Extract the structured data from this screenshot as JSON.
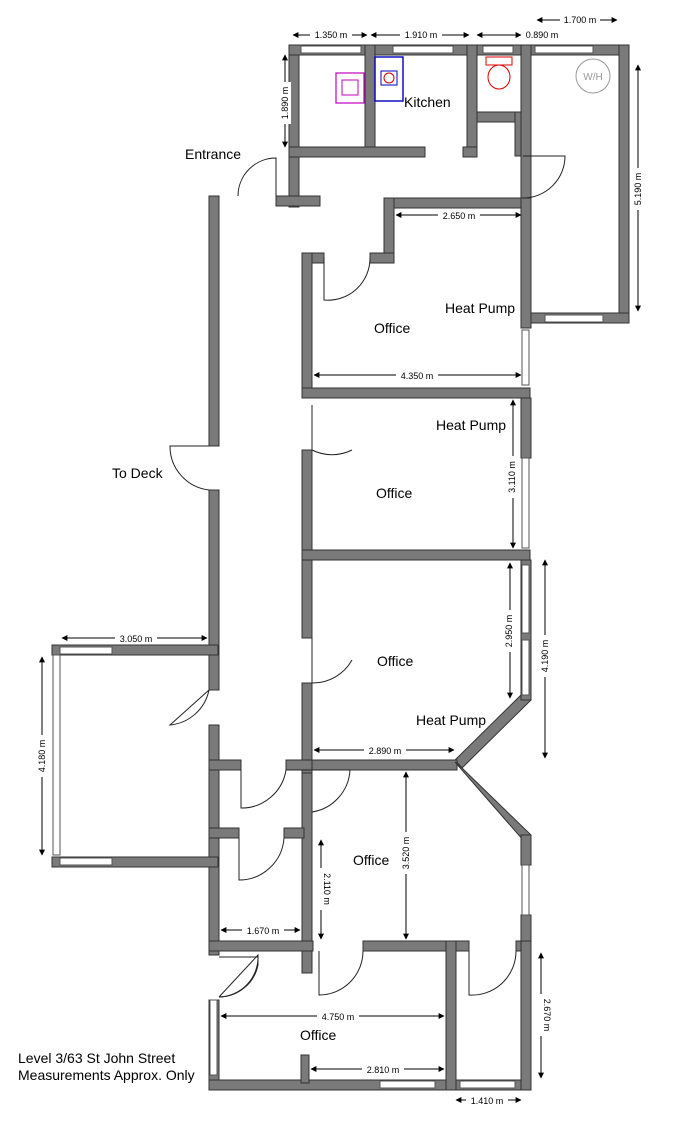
{
  "labels": {
    "entrance": "Entrance",
    "kitchen": "Kitchen",
    "to_deck": "To Deck",
    "heat_pump_1": "Heat Pump",
    "heat_pump_2": "Heat Pump",
    "heat_pump_3": "Heat Pump",
    "office_1": "Office",
    "office_2": "Office",
    "office_3": "Office",
    "office_4": "Office",
    "office_5": "Office",
    "wh": "W/H"
  },
  "dimensions": {
    "top_1350": "1.350 m",
    "top_1910": "1.910 m",
    "top_0890": "0.890 m",
    "top_1700": "1.700 m",
    "kitchen_1890": "1.890 m",
    "right_5190": "5.190 m",
    "d_2650": "2.650 m",
    "d_4350": "4.350 m",
    "d_3110": "3.110 m",
    "d_2950": "2.950 m",
    "d_4190": "4.190 m",
    "d_3050": "3.050 m",
    "d_4180": "4.180 m",
    "d_2890": "2.890 m",
    "d_3520": "3.520 m",
    "d_2110": "2.110 m",
    "d_1670": "1.670 m",
    "d_4750": "4.750 m",
    "d_2810": "2.810 m",
    "d_2670": "2.670 m",
    "d_1410": "1.410 m"
  },
  "notes": {
    "line1": "Level 3/63 St John Street",
    "line2": "Measurements Approx. Only"
  }
}
